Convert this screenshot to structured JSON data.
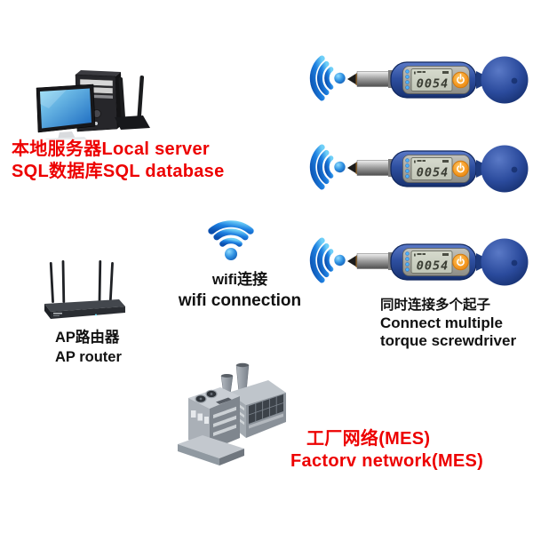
{
  "diagram_title": "torque screwdriver wifi connection system",
  "colors": {
    "accent_red": "#ed0000",
    "text_black": "#111111",
    "wifi_blue_dark": "#0d57b8",
    "wifi_blue_light": "#6fd0f8",
    "device_body_blue": "#2e4fa0",
    "power_button_orange": "#f59a23",
    "lcd_green_gray": "#ccd1c3",
    "factory_gray": "#9aa1a9"
  },
  "server": {
    "icon": "desktop-server-with-antenna",
    "label_line1": "本地服务器Local server",
    "label_line2": "SQL数据库SQL database"
  },
  "router": {
    "icon": "ap-router",
    "label_line1": "AP路由器",
    "label_line2": "AP router"
  },
  "wifi_center": {
    "icon": "wifi",
    "label_line1": "wifi连接",
    "label_line2": "wifi connection"
  },
  "screwdrivers": {
    "icon": "torque-screwdriver-with-wifi-signal",
    "count": 3,
    "items": [
      {
        "display_value": "0054"
      },
      {
        "display_value": "0054"
      },
      {
        "display_value": "0054"
      }
    ],
    "caption_line1": "同时连接多个起子",
    "caption_line2": "Connect multiple",
    "caption_line3": "torque screwdriver"
  },
  "factory": {
    "icon": "factory-building",
    "label_line1": "工厂网络(MES)",
    "label_line2": "Factorv network(MES)"
  }
}
